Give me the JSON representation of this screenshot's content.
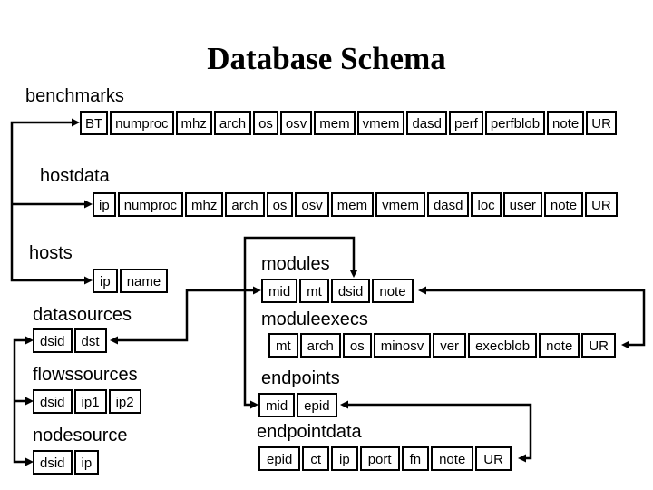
{
  "title": "Database Schema",
  "colors": {
    "background": "#ffffff",
    "line": "#000000",
    "box_border": "#000000",
    "box_fill": "#ffffff",
    "text": "#000000"
  },
  "tables": {
    "benchmarks": {
      "label": "benchmarks",
      "fields": [
        "BT",
        "numproc",
        "mhz",
        "arch",
        "os",
        "osv",
        "mem",
        "vmem",
        "dasd",
        "perf",
        "perfblob",
        "note",
        "UR"
      ]
    },
    "hostdata": {
      "label": "hostdata",
      "fields": [
        "ip",
        "numproc",
        "mhz",
        "arch",
        "os",
        "osv",
        "mem",
        "vmem",
        "dasd",
        "loc",
        "user",
        "note",
        "UR"
      ]
    },
    "hosts": {
      "label": "hosts",
      "fields": [
        "ip",
        "name"
      ]
    },
    "modules": {
      "label": "modules",
      "fields": [
        "mid",
        "mt",
        "dsid",
        "note"
      ]
    },
    "datasources": {
      "label": "datasources",
      "fields": [
        "dsid",
        "dst"
      ]
    },
    "moduleexecs": {
      "label": "moduleexecs",
      "fields": [
        "mt",
        "arch",
        "os",
        "minosv",
        "ver",
        "execblob",
        "note",
        "UR"
      ]
    },
    "flowssources": {
      "label": "flowssources",
      "fields": [
        "dsid",
        "ip1",
        "ip2"
      ]
    },
    "endpoints": {
      "label": "endpoints",
      "fields": [
        "mid",
        "epid"
      ]
    },
    "nodesource": {
      "label": "nodesource",
      "fields": [
        "dsid",
        "ip"
      ]
    },
    "endpointdata": {
      "label": "endpointdata",
      "fields": [
        "epid",
        "ct",
        "ip",
        "port",
        "fn",
        "note",
        "UR"
      ]
    }
  },
  "connectors": [
    {
      "name": "host-key-link",
      "links": [
        "benchmarks.BT",
        "hostdata.ip",
        "hosts.ip"
      ]
    },
    {
      "name": "dsid-key-link",
      "links": [
        "datasources.dsid",
        "flowssources.dsid",
        "nodesource.dsid"
      ]
    },
    {
      "name": "datasource-module-link",
      "links": [
        "datasources.dst",
        "modules.mid"
      ]
    },
    {
      "name": "module-endpoint-link",
      "links": [
        "modules.dsid",
        "endpoints.mid"
      ]
    },
    {
      "name": "module-moduleexec-link",
      "links": [
        "modules.note",
        "moduleexecs.UR"
      ]
    },
    {
      "name": "endpoint-endpointdata-link",
      "links": [
        "endpoints.epid",
        "endpointdata.UR"
      ]
    }
  ]
}
